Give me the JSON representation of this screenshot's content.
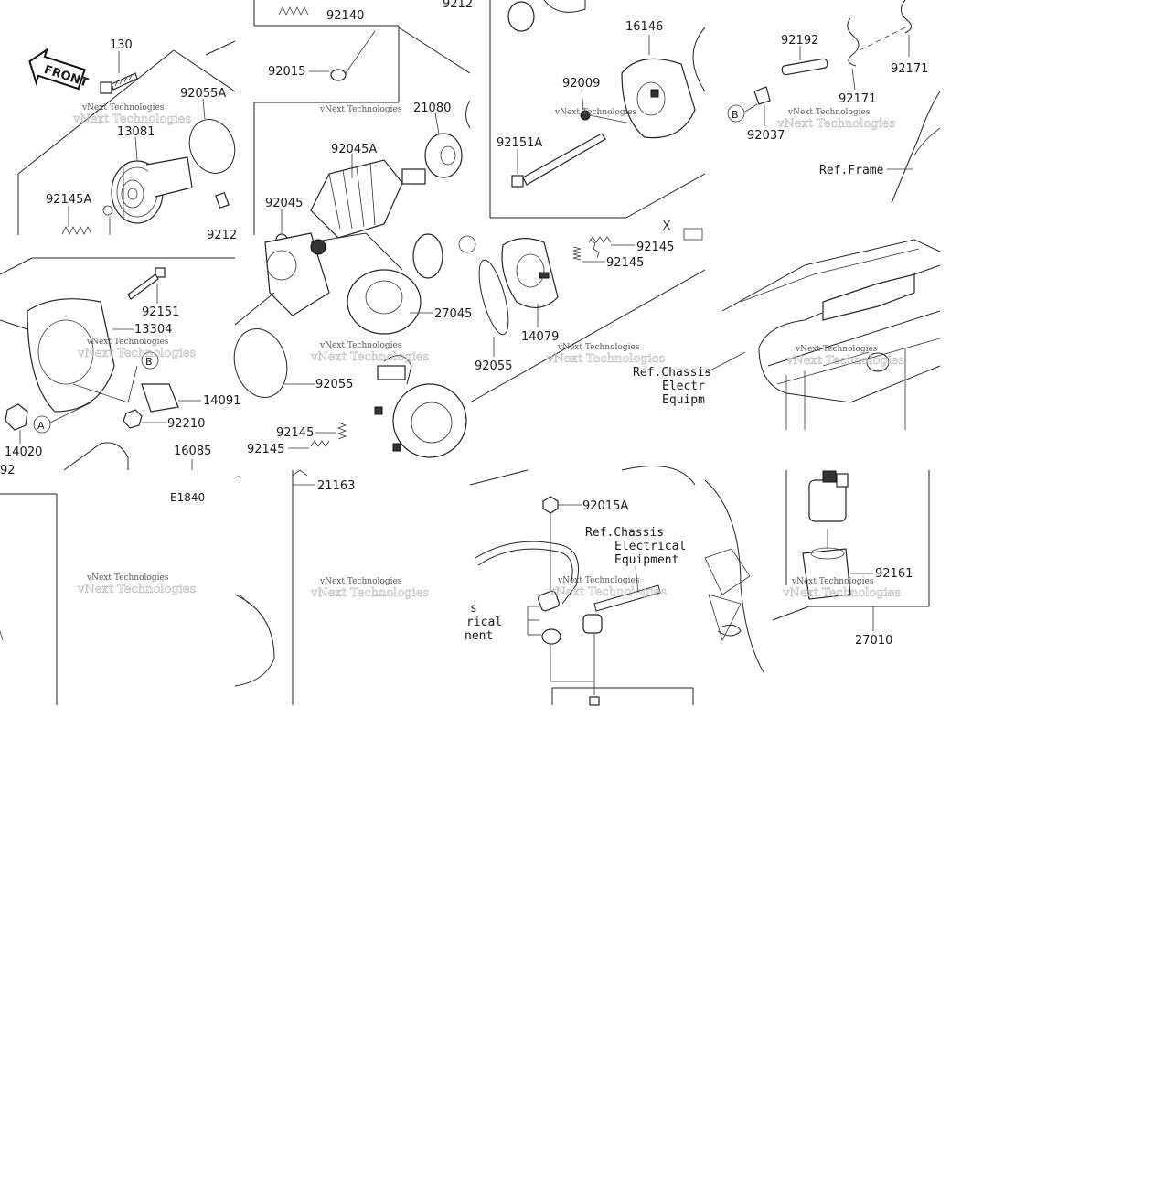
{
  "diagram": {
    "front_label": "FRONT",
    "figure_code": "E1840",
    "watermark": "vNext Technologies",
    "tiles": {
      "t1": {
        "labels": [
          "130",
          "92055A",
          "13081",
          "92145A",
          "9212"
        ]
      },
      "t2": {
        "labels": [
          "92140",
          "92015",
          "21080",
          "92045A",
          "92045",
          "27045",
          "92055",
          "92145",
          "92145",
          "92055"
        ]
      },
      "t3": {
        "labels": [
          "9212",
          "16146",
          "92009",
          "92151A",
          "92145",
          "92145",
          "14079"
        ]
      },
      "t4": {
        "labels": [
          "92192",
          "92171",
          "92171",
          "92037",
          "B"
        ],
        "ref": "Ref.Frame"
      },
      "t5": {
        "labels": [
          "92151",
          "13304",
          "14091",
          "B",
          "A",
          "92210",
          "14020",
          "16085",
          "92"
        ]
      },
      "t6": {
        "ref": [
          "Ref.Chassis",
          "Electr",
          "Equipm"
        ]
      },
      "t7": {
        "labels": [
          "21163"
        ]
      },
      "t8": {
        "labels": [
          "92015A"
        ],
        "ref": [
          "Ref.Chassis",
          "Electrical",
          "Equipment"
        ],
        "ref_cut": [
          "s",
          "rical",
          "nent"
        ]
      },
      "t9": {
        "labels": [
          "92161",
          "27010"
        ]
      }
    }
  }
}
